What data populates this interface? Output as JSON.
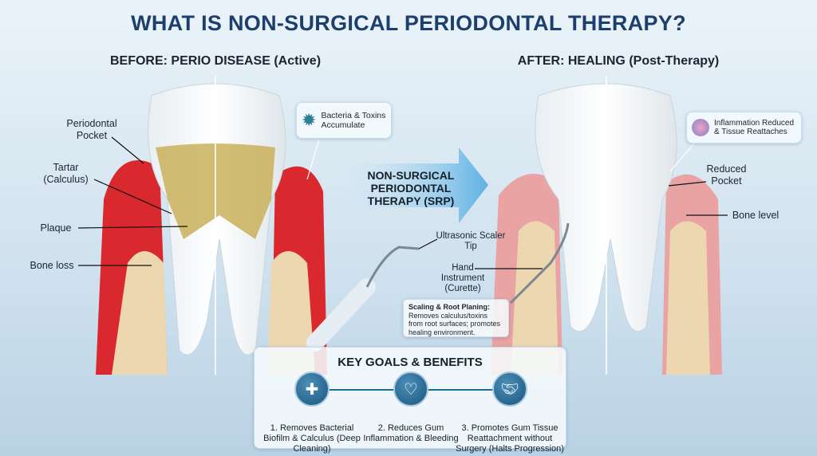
{
  "title": "WHAT IS NON-SURGICAL PERIODONTAL THERAPY?",
  "before": {
    "heading": "BEFORE: PERIO DISEASE (Active)",
    "labels": {
      "pocket": "Periodontal Pocket",
      "tartar": "Tartar (Calculus)",
      "plaque": "Plaque",
      "bone_loss": "Bone loss"
    },
    "callout": "Bacteria & Toxins Accumulate"
  },
  "after": {
    "heading": "AFTER: HEALING (Post-Therapy)",
    "labels": {
      "reduced_pocket": "Reduced Pocket",
      "bone_level": "Bone level"
    },
    "callout": "Inflammation Reduced & Tissue Reattaches"
  },
  "therapy": {
    "arrow_label": "NON-SURGICAL PERIODONTAL THERAPY (SRP)",
    "scaler": "Ultrasonic Scaler Tip",
    "curette": "Hand Instrument (Curette)",
    "srp_title": "Scaling & Root Planing:",
    "srp_text": "Removes calculus/toxins from root surfaces; promotes healing environment."
  },
  "goals": {
    "title": "KEY GOALS & BENEFITS",
    "items": [
      {
        "icon": "shield-cross-icon",
        "text": "1. Removes Bacterial Biofilm & Calculus (Deep Cleaning)"
      },
      {
        "icon": "heart-leaf-icon",
        "text": "2. Reduces Gum Inflammation & Bleeding"
      },
      {
        "icon": "handshake-icon",
        "text": "3. Promotes Gum Tissue Reattachment without Surgery (Halts Progression)"
      }
    ]
  },
  "colors": {
    "title": "#1d3f6e",
    "gum_inflamed": "#d9292e",
    "gum_healthy": "#e9a3a3",
    "bone": "#ecd7b0",
    "tartar": "#c9b05a",
    "accent": "#1f6b9a"
  }
}
